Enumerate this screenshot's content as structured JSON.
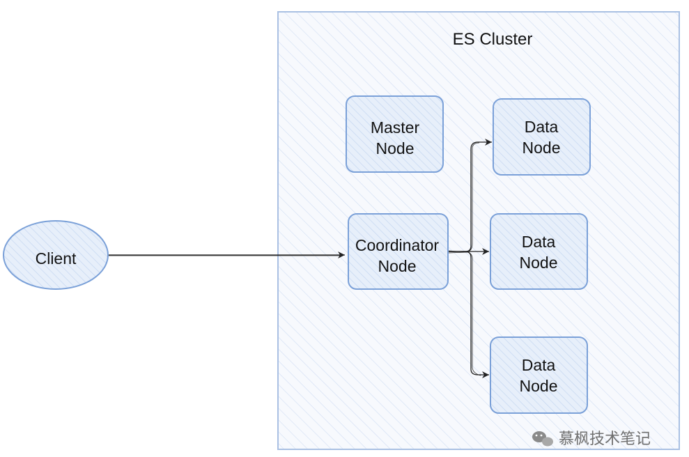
{
  "diagram": {
    "cluster_title": "ES Cluster",
    "client": "Client",
    "master_node": [
      "Master",
      "Node"
    ],
    "coordinator_node": [
      "Coordinator",
      "Node"
    ],
    "data_nodes": [
      [
        "Data",
        "Node"
      ],
      [
        "Data",
        "Node"
      ],
      [
        "Data",
        "Node"
      ]
    ]
  },
  "watermark": {
    "text": "慕枫技术笔记",
    "icon": "wechat-icon"
  },
  "colors": {
    "stroke": "#7aa0d8",
    "fill": "#e3edf9",
    "hatch": "#c9d9f1",
    "edge": "#222222"
  }
}
